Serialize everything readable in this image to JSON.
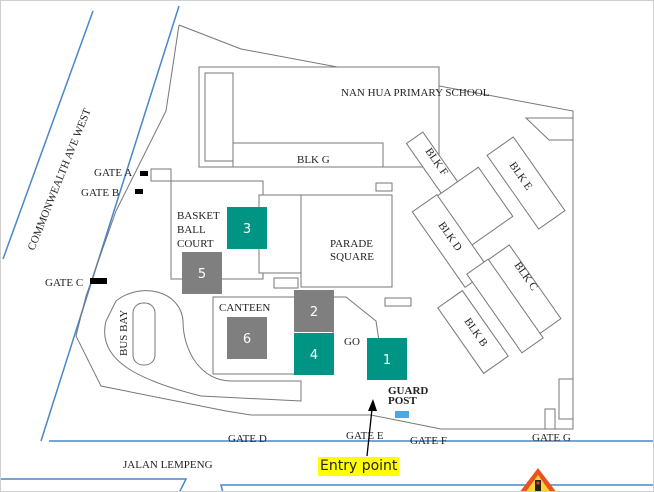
{
  "school_name": "NAN HUA PRIMARY SCHOOL",
  "roads": {
    "west": "COMMONWEALTH  AVE WEST",
    "south": "JALAN LEMPENG"
  },
  "gates": [
    "GATE A",
    "GATE B",
    "GATE C",
    "GATE D",
    "GATE E",
    "GATE F",
    "GATE G"
  ],
  "areas": {
    "blk_g": "BLK G",
    "blk_f": "BLK F",
    "blk_e": "BLK E",
    "blk_d": "BLK D",
    "blk_c": "BLK C",
    "blk_b": "BLK B",
    "parade_1": "PARADE",
    "parade_2": "SQUARE",
    "basketball_1": "BASKET",
    "basketball_2": "BALL",
    "basketball_3": "COURT",
    "canteen": "CANTEEN",
    "go": "GO",
    "bus_bay": "BUS BAY",
    "guard_1": "GUARD",
    "guard_2": "POST"
  },
  "markers": [
    {
      "label": "1",
      "color": "#009485"
    },
    {
      "label": "2",
      "color": "#7f7f7f"
    },
    {
      "label": "3",
      "color": "#009485"
    },
    {
      "label": "4",
      "color": "#009485"
    },
    {
      "label": "5",
      "color": "#7f7f7f"
    },
    {
      "label": "6",
      "color": "#7f7f7f"
    }
  ],
  "entry_label": "Entry point"
}
